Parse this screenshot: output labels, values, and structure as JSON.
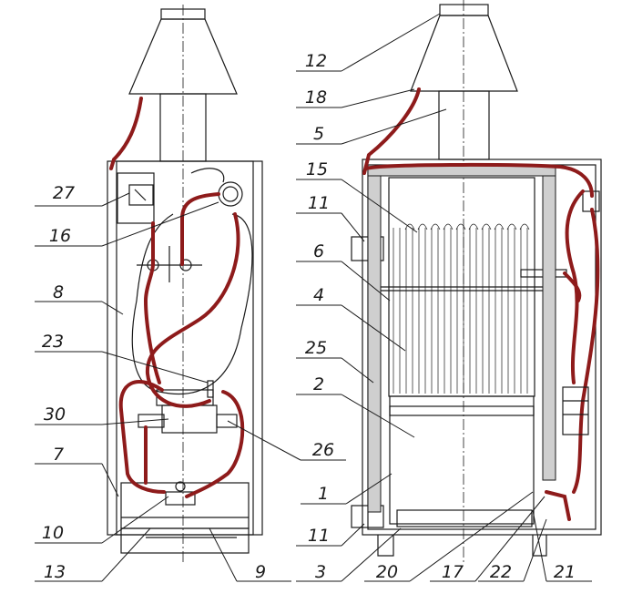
{
  "colors": {
    "line": "#1a1a1a",
    "tube": "#8e1b1b",
    "insulation": "#cfcfcf",
    "background": "#ffffff"
  },
  "callouts": [
    {
      "id": "c27a",
      "label": "27"
    },
    {
      "id": "c16",
      "label": "16"
    },
    {
      "id": "c8",
      "label": "8"
    },
    {
      "id": "c23",
      "label": "23"
    },
    {
      "id": "c30",
      "label": "30"
    },
    {
      "id": "c7",
      "label": "7"
    },
    {
      "id": "c10",
      "label": "10"
    },
    {
      "id": "c13",
      "label": "13"
    },
    {
      "id": "c9",
      "label": "9"
    },
    {
      "id": "c12",
      "label": "12"
    },
    {
      "id": "c18",
      "label": "18"
    },
    {
      "id": "c5",
      "label": "5"
    },
    {
      "id": "c15",
      "label": "15"
    },
    {
      "id": "c11a",
      "label": "11"
    },
    {
      "id": "c6",
      "label": "6"
    },
    {
      "id": "c4",
      "label": "4"
    },
    {
      "id": "c25",
      "label": "25"
    },
    {
      "id": "c2",
      "label": "2"
    },
    {
      "id": "c26",
      "label": "26"
    },
    {
      "id": "c1",
      "label": "1"
    },
    {
      "id": "c11b",
      "label": "11"
    },
    {
      "id": "c3",
      "label": "3"
    },
    {
      "id": "c20",
      "label": "20"
    },
    {
      "id": "c17",
      "label": "17"
    },
    {
      "id": "c22",
      "label": "22"
    },
    {
      "id": "c21",
      "label": "21"
    }
  ]
}
